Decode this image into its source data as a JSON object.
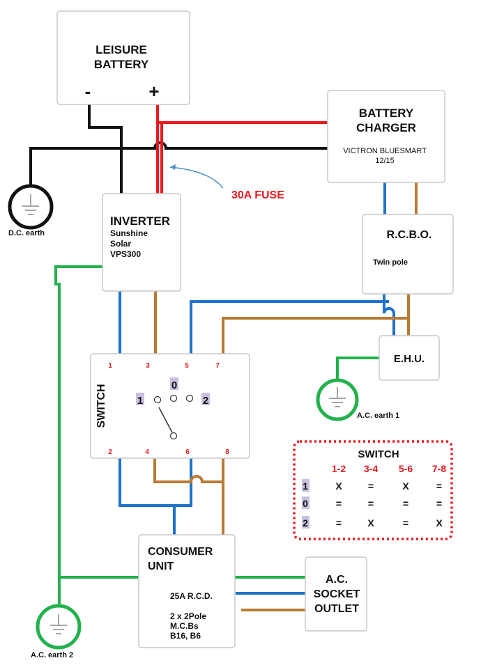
{
  "colors": {
    "negative_wire": "#111111",
    "positive_wire": "#e8191f",
    "live_wire": "#b87a35",
    "neutral_wire": "#1f72c8",
    "earth_wire": "#22b14c",
    "fuse_label": "#e8191f",
    "pin_label": "#e8191f",
    "table_border": "#e8191f",
    "position_highlight": "#c9c0e0"
  },
  "battery": {
    "line1": "LEISURE",
    "line2": "BATTERY",
    "neg": "-",
    "pos": "+"
  },
  "charger": {
    "line1": "BATTERY",
    "line2": "CHARGER",
    "model1": "VICTRON BLUESMART",
    "model2": "12/15"
  },
  "fuse": {
    "label": "30A FUSE"
  },
  "dc_earth": {
    "label": "D.C. earth"
  },
  "inverter": {
    "title": "INVERTER",
    "line1": "Sunshine",
    "line2": "Solar",
    "line3": "VPS300"
  },
  "rcbo": {
    "title": "R.C.B.O.",
    "subtitle": "Twin pole"
  },
  "ehu": {
    "title": "E.H.U."
  },
  "ac_earth_1": {
    "label": "A.C. earth 1"
  },
  "ac_earth_2": {
    "label": "A.C. earth 2"
  },
  "switch": {
    "title": "SWITCH",
    "pins": [
      "1",
      "2",
      "3",
      "4",
      "5",
      "6",
      "7",
      "8"
    ],
    "positions": [
      "1",
      "0",
      "2"
    ]
  },
  "consumer_unit": {
    "line1": "CONSUMER",
    "line2": "UNIT",
    "rcd": "25A R.C.D.",
    "mcb1": "2 x 2Pole",
    "mcb2": "M.C.Bs",
    "mcb3": "B16, B6"
  },
  "socket": {
    "line1": "A.C.",
    "line2": "SOCKET",
    "line3": "OUTLET"
  },
  "switch_table": {
    "title": "SWITCH",
    "columns": [
      "1-2",
      "3-4",
      "5-6",
      "7-8"
    ],
    "rows": [
      {
        "pos": "1",
        "cells": [
          "X",
          "=",
          "X",
          "="
        ]
      },
      {
        "pos": "0",
        "cells": [
          "=",
          "=",
          "=",
          "="
        ]
      },
      {
        "pos": "2",
        "cells": [
          "=",
          "X",
          "=",
          "X"
        ]
      }
    ]
  }
}
